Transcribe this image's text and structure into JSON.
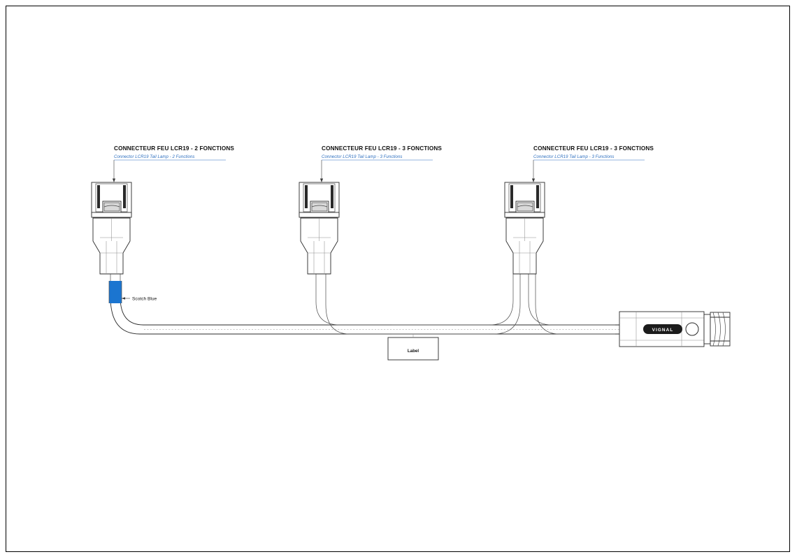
{
  "document": {
    "type": "technical-wiring-harness-drawing",
    "background_color": "#ffffff",
    "border_color": "#000000"
  },
  "connectors": [
    {
      "id": "connector-1",
      "title": "CONNECTEUR FEU LCR19 - 2 FONCTIONS",
      "subtitle": "Connector LCR19 Tail Lamp - 2 Functions",
      "functions": 2,
      "title_color": "#111111",
      "subtitle_color": "#2d6fbf"
    },
    {
      "id": "connector-2",
      "title": "CONNECTEUR FEU LCR19 - 3 FONCTIONS",
      "subtitle": "Connector LCR19 Tail Lamp - 3 Functions",
      "functions": 3,
      "title_color": "#111111",
      "subtitle_color": "#2d6fbf"
    },
    {
      "id": "connector-3",
      "title": "CONNECTEUR FEU LCR19 - 3 FONCTIONS",
      "subtitle": "Connector LCR19 Tail Lamp - 3 Functions",
      "functions": 3,
      "title_color": "#111111",
      "subtitle_color": "#2d6fbf"
    }
  ],
  "annotations": {
    "scotch_blue": {
      "label": "Scotch Blue",
      "marker_color": "#1b75d0"
    },
    "label_box": {
      "text": "Label"
    }
  },
  "brand": {
    "name": "VIGNAL",
    "badge_color": "#1c1c1c",
    "text_color": "#ffffff"
  }
}
